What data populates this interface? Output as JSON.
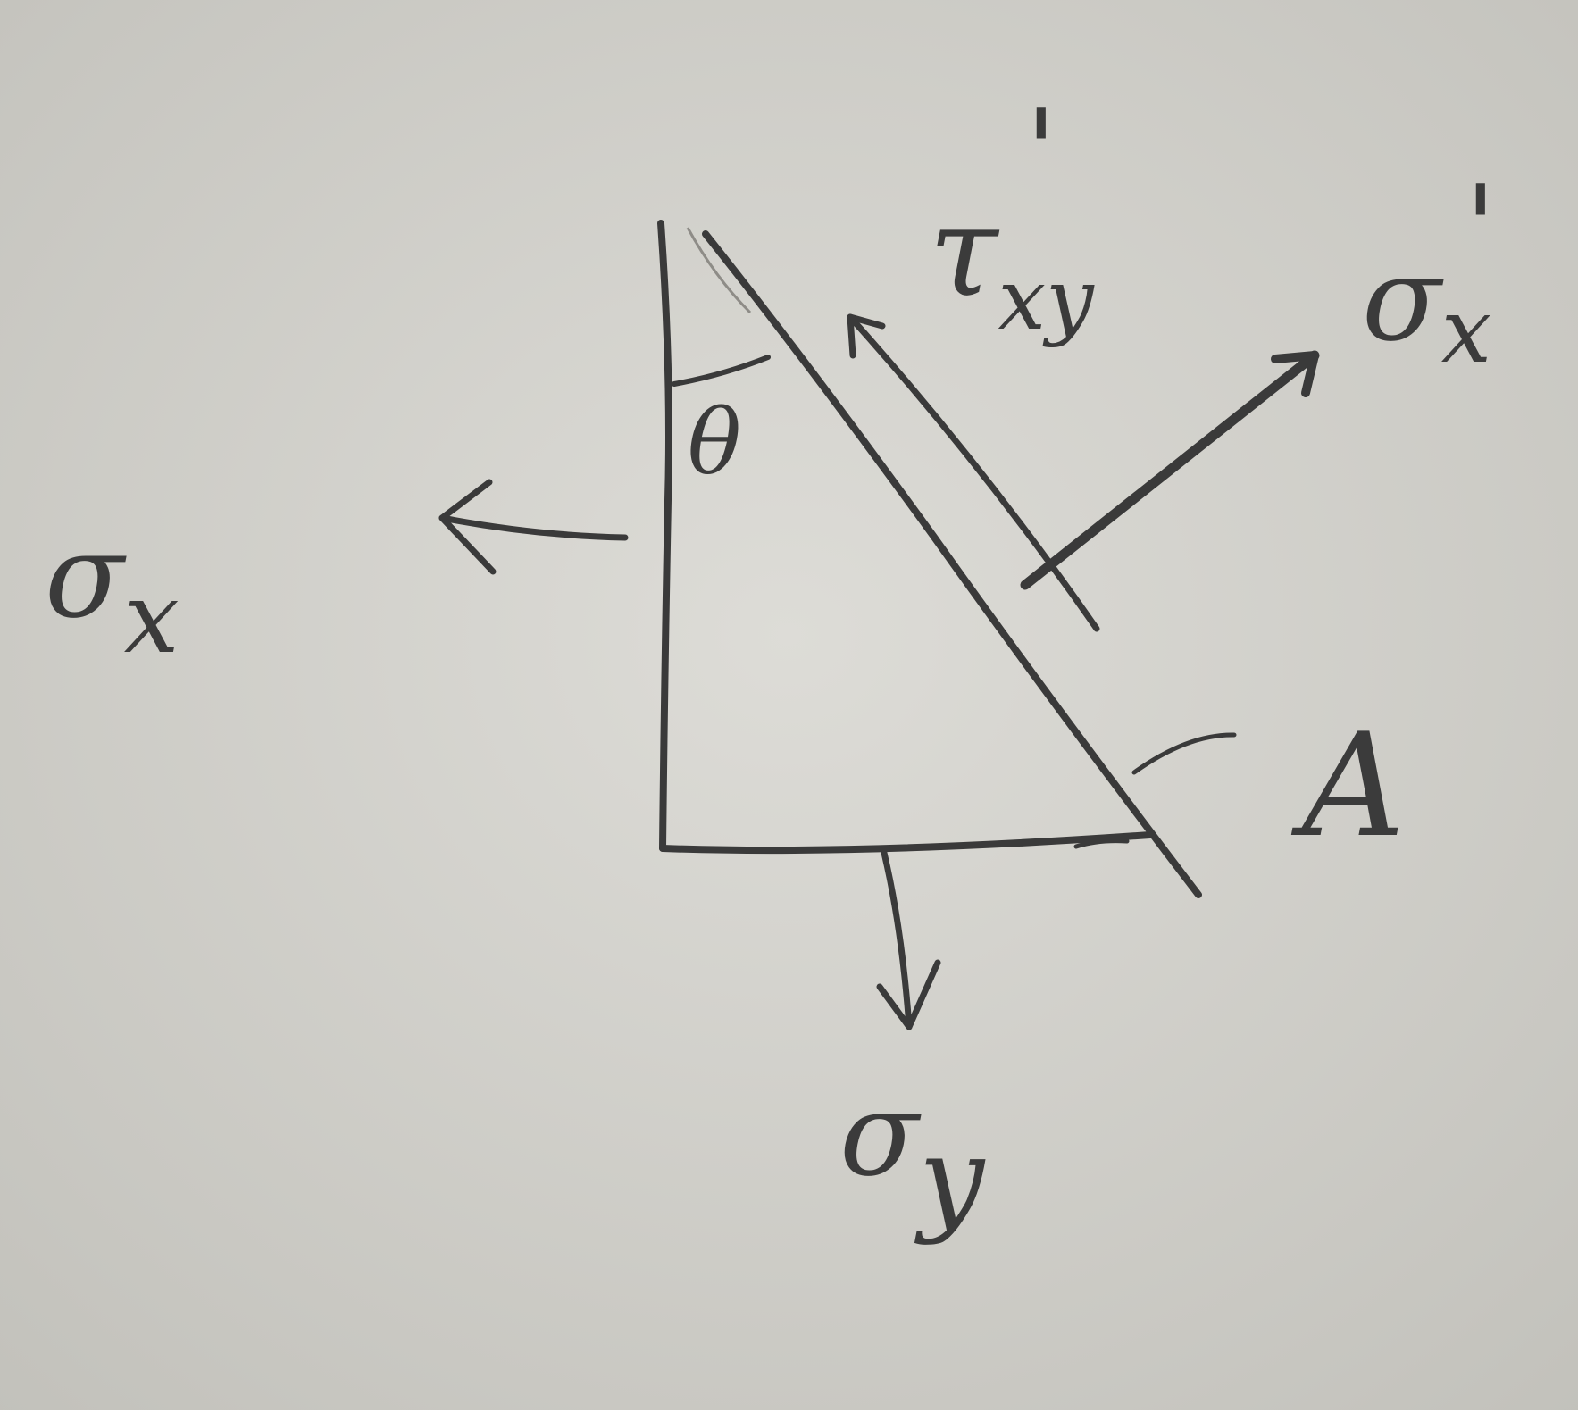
{
  "labels": {
    "theta": "θ",
    "sigma_x": {
      "sym": "σ",
      "sub": "x"
    },
    "sigma_y": {
      "sym": "σ",
      "sub": "y"
    },
    "tau_xy_prime": {
      "sym": "τ",
      "sub": "xy",
      "prime": "'"
    },
    "sigma_x_prime": {
      "sym": "σ",
      "sub": "x",
      "prime": "'"
    },
    "area": "A"
  },
  "colors": {
    "paper": "#d2d1cc",
    "ink": "#3a3a3a"
  }
}
